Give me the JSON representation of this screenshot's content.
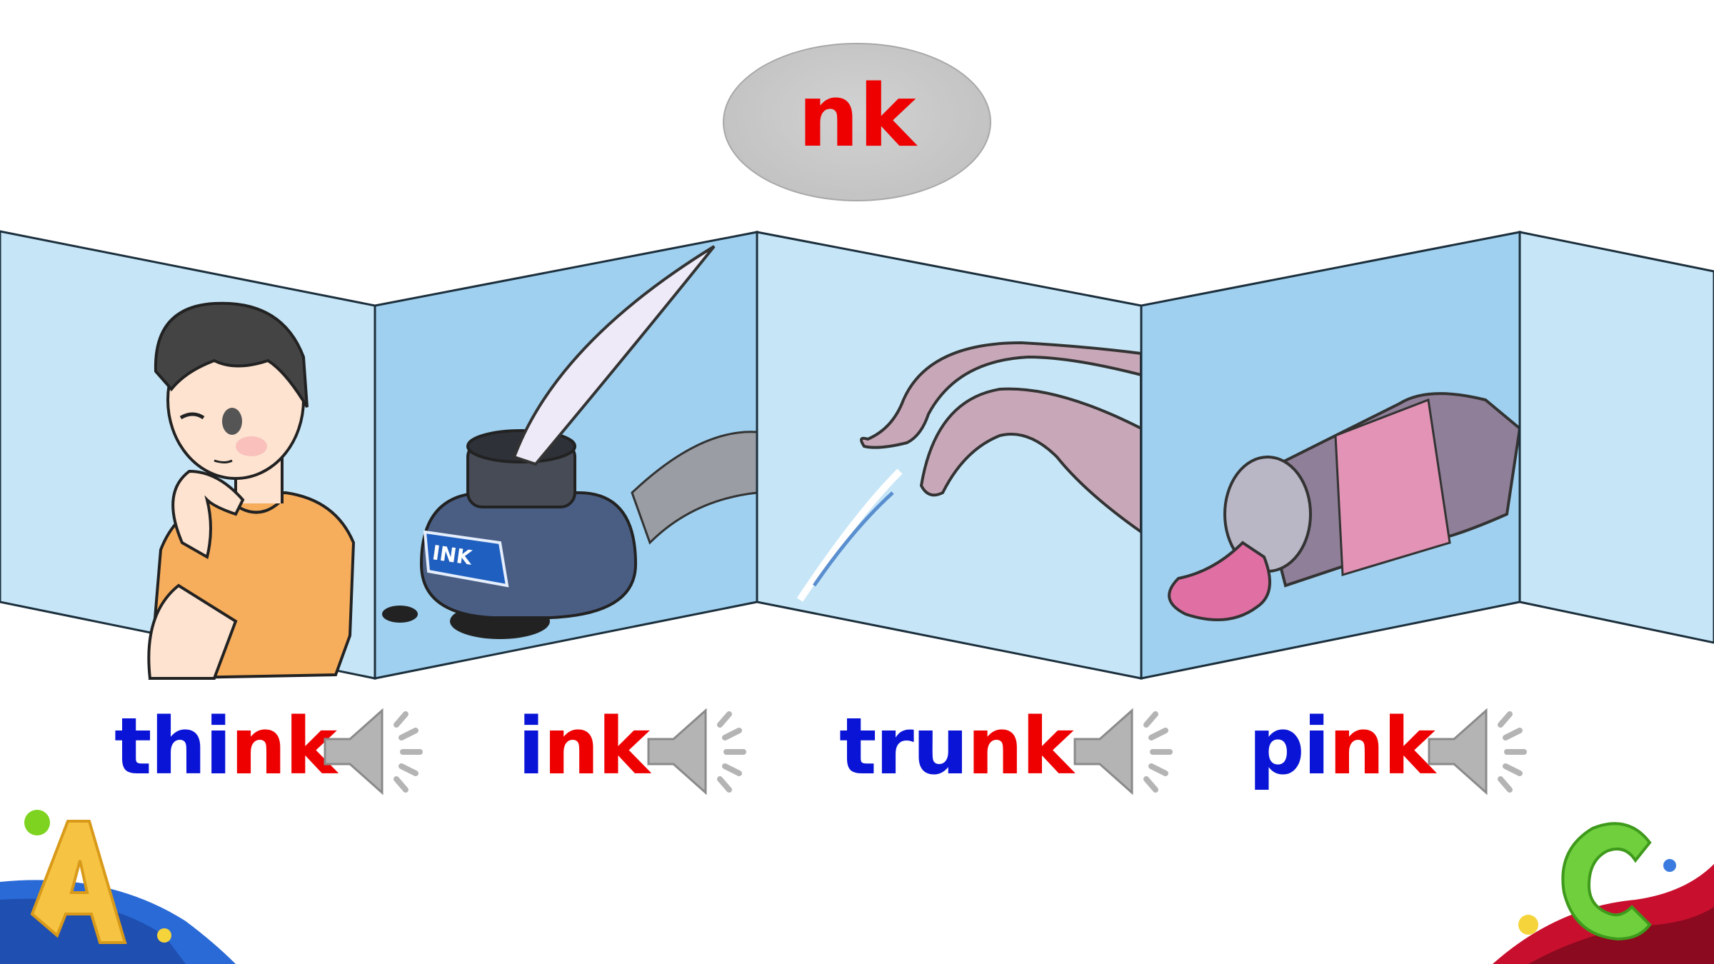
{
  "heading": {
    "pattern": "nk"
  },
  "words": [
    {
      "prefix": "thi",
      "suffix": "nk"
    },
    {
      "prefix": "i",
      "suffix": "nk"
    },
    {
      "prefix": "tru",
      "suffix": "nk"
    },
    {
      "prefix": "pi",
      "suffix": "nk"
    }
  ],
  "ink_label": "INK",
  "colors": {
    "prefix": "#0a14d6",
    "highlight": "#ee0000",
    "panel_light": "#c6e6f8",
    "panel_mid": "#9fd0ef"
  },
  "icons": {
    "speaker": "speaker-icon",
    "letter_a": "letter-a-icon",
    "letter_c": "letter-c-icon"
  }
}
